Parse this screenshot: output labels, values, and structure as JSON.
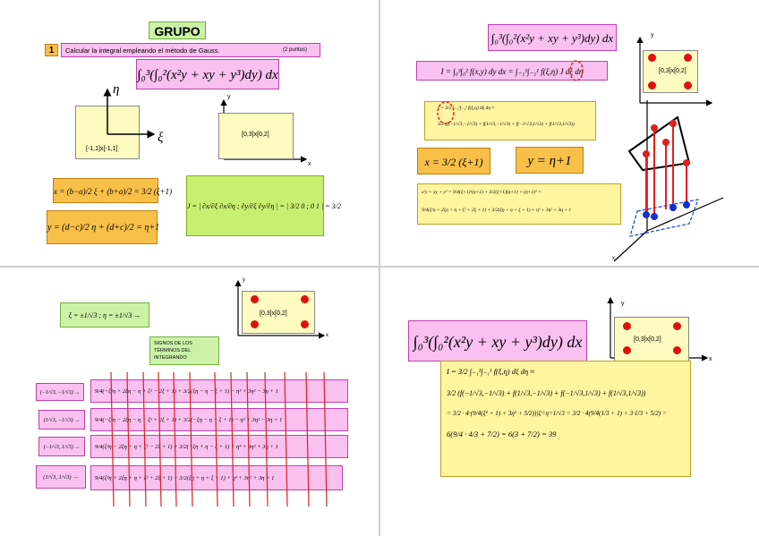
{
  "q1": {
    "title": "GRUPO 1",
    "num": "1",
    "problem": "Calcular la integral empleando el método de Gauss.",
    "points": "(2 puntos)",
    "integral": "∫₀³(∫₀²(x²y + xy + y³)dy) dx",
    "eta": "η",
    "xi": "ξ",
    "domain_ref": "[-1,1]x[-1,1]",
    "y_axis": "y",
    "x_axis": "x",
    "domain_xy": "[0,3]x[0,2]",
    "x_map": "x = (b−a)/2 ξ + (b+a)/2 = 3/2 (ξ+1)",
    "y_map": "y = (d−c)/2 η + (d+c)/2 = η+1",
    "jacobian": "J = | ∂x/∂ξ  ∂x/∂η ; ∂y/∂ξ  ∂y/∂η | = | 3/2  0 ; 0  1 | = 3/2"
  },
  "q2": {
    "integral": "∫₀³(∫₀²(x²y + xy + y³)dy) dx",
    "I_line": "I = ∫₀³∫₀² f(x,y) dy dx = ∫₋₁¹∫₋₁¹ f(ξ,η) J dξ dη",
    "gauss_line1": "I = 3/2 ∫₋₁¹∫₋₁¹ f(ξ,η) dξ dη ≈",
    "gauss_line2": "3/2 (f(−1/√3,−1/√3) + f(1/√3,−1/√3) + f(−1/√3,1/√3) + f(1/√3,1/√3))",
    "x_eq": "x = 3/2 (ξ+1)",
    "y_eq": "y = η+1",
    "expand1": "x²y + xy + y³ = 9/4(ξ+1)²(η+1) + 3/2(ξ+1)(η+1) + (η+1)³ =",
    "expand2": "9/4(ξ²η + 2ξη + η + ξ² + 2ξ + 1) + 3/2(ξη + η + ξ + 1) + η³ + 3η² + 3η + 1",
    "y_axis": "y",
    "x_axis": "x",
    "domain_xy": "[0,3]x[0,2]"
  },
  "q3": {
    "points_eq": "ξ = ±1/√3 ; η = ±1/√3 →",
    "y_axis": "y",
    "x_axis": "x",
    "domain_xy": "[0,3]x[0,2]",
    "signs_label": "SIGNOS DE LOS TÉRMINOS DEL INTEGRANDO",
    "rows": [
      {
        "pt": "(−1/√3, −1/√3) →",
        "expr": "9/4(−ξ²η + 2ξη − η + ξ² − 2ξ + 1) + 3/2(ξη − η − ξ + 1) − η³ + 3η² − 3η + 1"
      },
      {
        "pt": "(1/√3, −1/√3) →",
        "expr": "9/4(−ξ²η − 2ξη − η + ξ² + 2ξ + 1) + 3/2(−ξη − η + ξ + 1) − η³ + 3η² − 3η + 1"
      },
      {
        "pt": "(−1/√3, 1/√3) →",
        "expr": "9/4(ξ²η − 2ξη + η + ξ² − 2ξ + 1) + 3/2(−ξη + η − ξ + 1) + η³ + 3η² + 3η + 1"
      },
      {
        "pt": "(1/√3, 1/√3) →",
        "expr": "9/4(ξ²η + 2ξη + η + ξ² + 2ξ + 1) + 3/2(ξη + η + ξ + 1) + η³ + 3η² + 3η + 1"
      }
    ]
  },
  "q4": {
    "integral": "∫₀³(∫₀²(x²y + xy + y³)dy) dx",
    "y_axis": "y",
    "x_axis": "x",
    "domain_xy": "[0,3]x[0,2]",
    "line1": "I = 3/2 ∫₋₁¹∫₋₁¹ f(ξ,η) dξ dη ≈",
    "line2": "3/2 (f(−1/√3,−1/√3) + f(1/√3,−1/√3) + f(−1/√3,1/√3) + f(1/√3,1/√3))",
    "line3": "= 3/2 · 4·(9/4(ξ² + 1) + 3η² + 5/2))|ξ=η=1/√3 = 3/2 · 4(9/4(1/3 + 1) + 3·1/3 + 5/2) =",
    "line4": "6(9/4 · 4/3 + 7/2) = 6(3 + 7/2) = 39"
  }
}
